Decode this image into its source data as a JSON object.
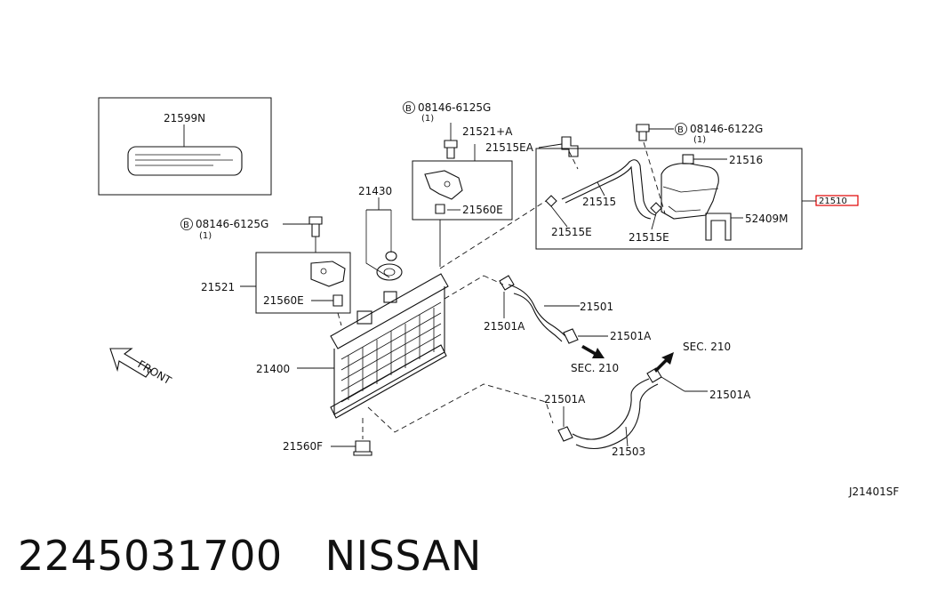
{
  "parts": {
    "p21599N": "21599N",
    "p08146_6125G_top": "08146-6125G",
    "qty_top": "(1)",
    "p21521A": "21521+A",
    "p21515EA": "21515EA",
    "p08146_6122G": "08146-6122G",
    "qty_right": "(1)",
    "p21516": "21516",
    "p21510": "21510",
    "p52409M": "52409M",
    "p21430": "21430",
    "p21560E_top": "21560E",
    "p21515": "21515",
    "p21515E_left": "21515E",
    "p21515E_right": "21515E",
    "p08146_6125G_left": "08146-6125G",
    "qty_left": "(1)",
    "p21521": "21521",
    "p21560E_left": "21560E",
    "p21501": "21501",
    "p21501A_1": "21501A",
    "p21501A_2": "21501A",
    "p21501A_3": "21501A",
    "p21501A_4": "21501A",
    "sec210_a": "SEC. 210",
    "sec210_b": "SEC. 210",
    "p21400": "21400",
    "p21560F": "21560F",
    "p21503": "21503",
    "front": "FRONT",
    "bolt_symbol": "B",
    "diagram_code": "J21401SF"
  },
  "caption": {
    "part_number": "2245031700",
    "brand": "NISSAN"
  },
  "colors": {
    "line": "#111111",
    "highlight_box": "#e00000",
    "background": "#ffffff"
  }
}
